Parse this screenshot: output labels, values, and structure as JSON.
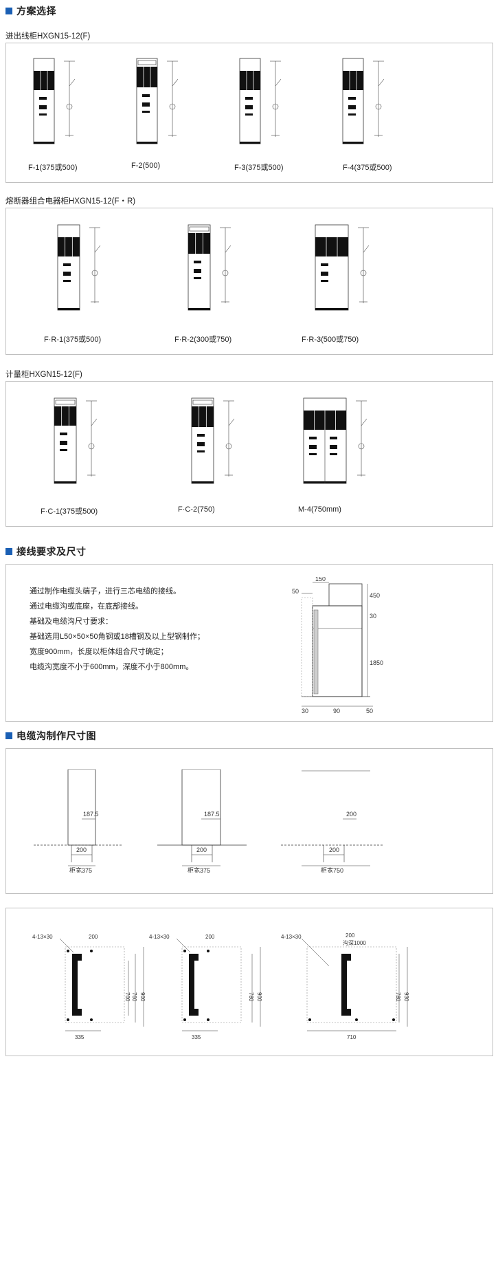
{
  "sections": {
    "scheme": {
      "title": "方案选择"
    },
    "wiring": {
      "title": "接线要求及尺寸"
    },
    "trench": {
      "title": "电缆沟制作尺寸图"
    }
  },
  "groups": {
    "incoming": {
      "title": "进出线柜HXGN15-12(F)",
      "items": [
        "F-1(375或500)",
        "F-2(500)",
        "F-3(375或500)",
        "F-4(375或500)"
      ]
    },
    "fuse": {
      "title": "熔断器组合电器柜HXGN15-12(F・R)",
      "items": [
        "F·R-1(375或500)",
        "F·R-2(300或750)",
        "F·R-3(500或750)"
      ]
    },
    "metering": {
      "title": "计量柜HXGN15-12(F)",
      "items": [
        "F·C-1(375或500)",
        "F·C-2(750)",
        "M-4(750mm)"
      ]
    }
  },
  "wiring_requirements": {
    "lines": [
      "通过制作电缆头端子，进行三芯电缆的接线。",
      "通过电缆沟或底座，在底部接线。",
      "基础及电缆沟尺寸要求：",
      "基础选用L50×50×50角钢或18槽钢及以上型钢制作；",
      "宽度900mm，长度以柜体组合尺寸确定；",
      "电缆沟宽度不小于600mm，深度不小于800mm。"
    ],
    "dims": [
      "150",
      "50",
      "450",
      "30",
      "1850",
      "30",
      "90",
      "50"
    ]
  },
  "trench_side": {
    "items": [
      {
        "a": "187.5",
        "b": "200",
        "w": "柜宽375"
      },
      {
        "a": "187.5",
        "b": "200",
        "w": "柜宽375"
      },
      {
        "a": "200",
        "b": "200",
        "w": "柜宽750"
      }
    ]
  },
  "trench_plan": {
    "items": [
      {
        "hole": "4-13×30",
        "top": "200",
        "h1": "700",
        "h2": "760",
        "h3": "900",
        "w": "335",
        "depth": ""
      },
      {
        "hole": "4-13×30",
        "top": "200",
        "h1": "",
        "h2": "780",
        "h3": "900",
        "w": "335",
        "depth": ""
      },
      {
        "hole": "4-13×30",
        "top": "200",
        "h1": "",
        "h2": "780",
        "h3": "930",
        "w": "710",
        "depth": "沟深1000"
      }
    ]
  }
}
